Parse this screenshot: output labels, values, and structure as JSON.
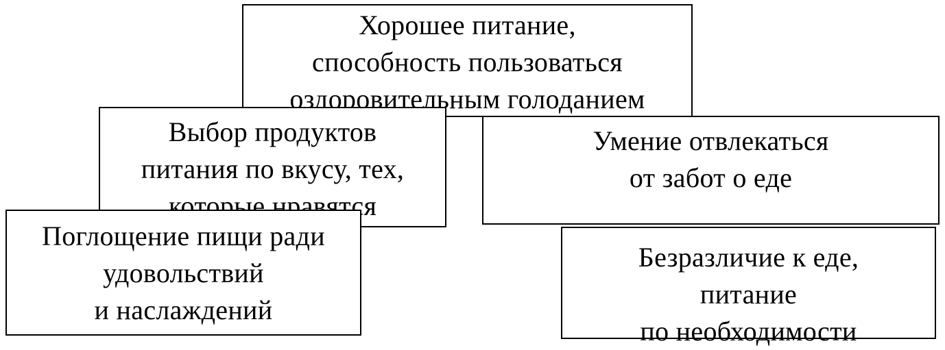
{
  "diagram": {
    "top_box": {
      "lines": [
        "Хорошее питание,",
        "способность пользоваться",
        "оздоровительным голоданием"
      ]
    },
    "middle_left_box": {
      "lines": [
        "Выбор продуктов",
        "питания по вкусу, тех,",
        "которые нравятся"
      ]
    },
    "middle_right_box": {
      "lines": [
        "Умение отвлекаться",
        "от забот о еде"
      ]
    },
    "bottom_left_box": {
      "lines": [
        "Поглощение пищи ради",
        "удовольствий",
        "и наслаждений"
      ]
    },
    "bottom_right_box": {
      "lines": [
        "Безразличие к еде,",
        "питание",
        "по необходимости"
      ]
    }
  }
}
